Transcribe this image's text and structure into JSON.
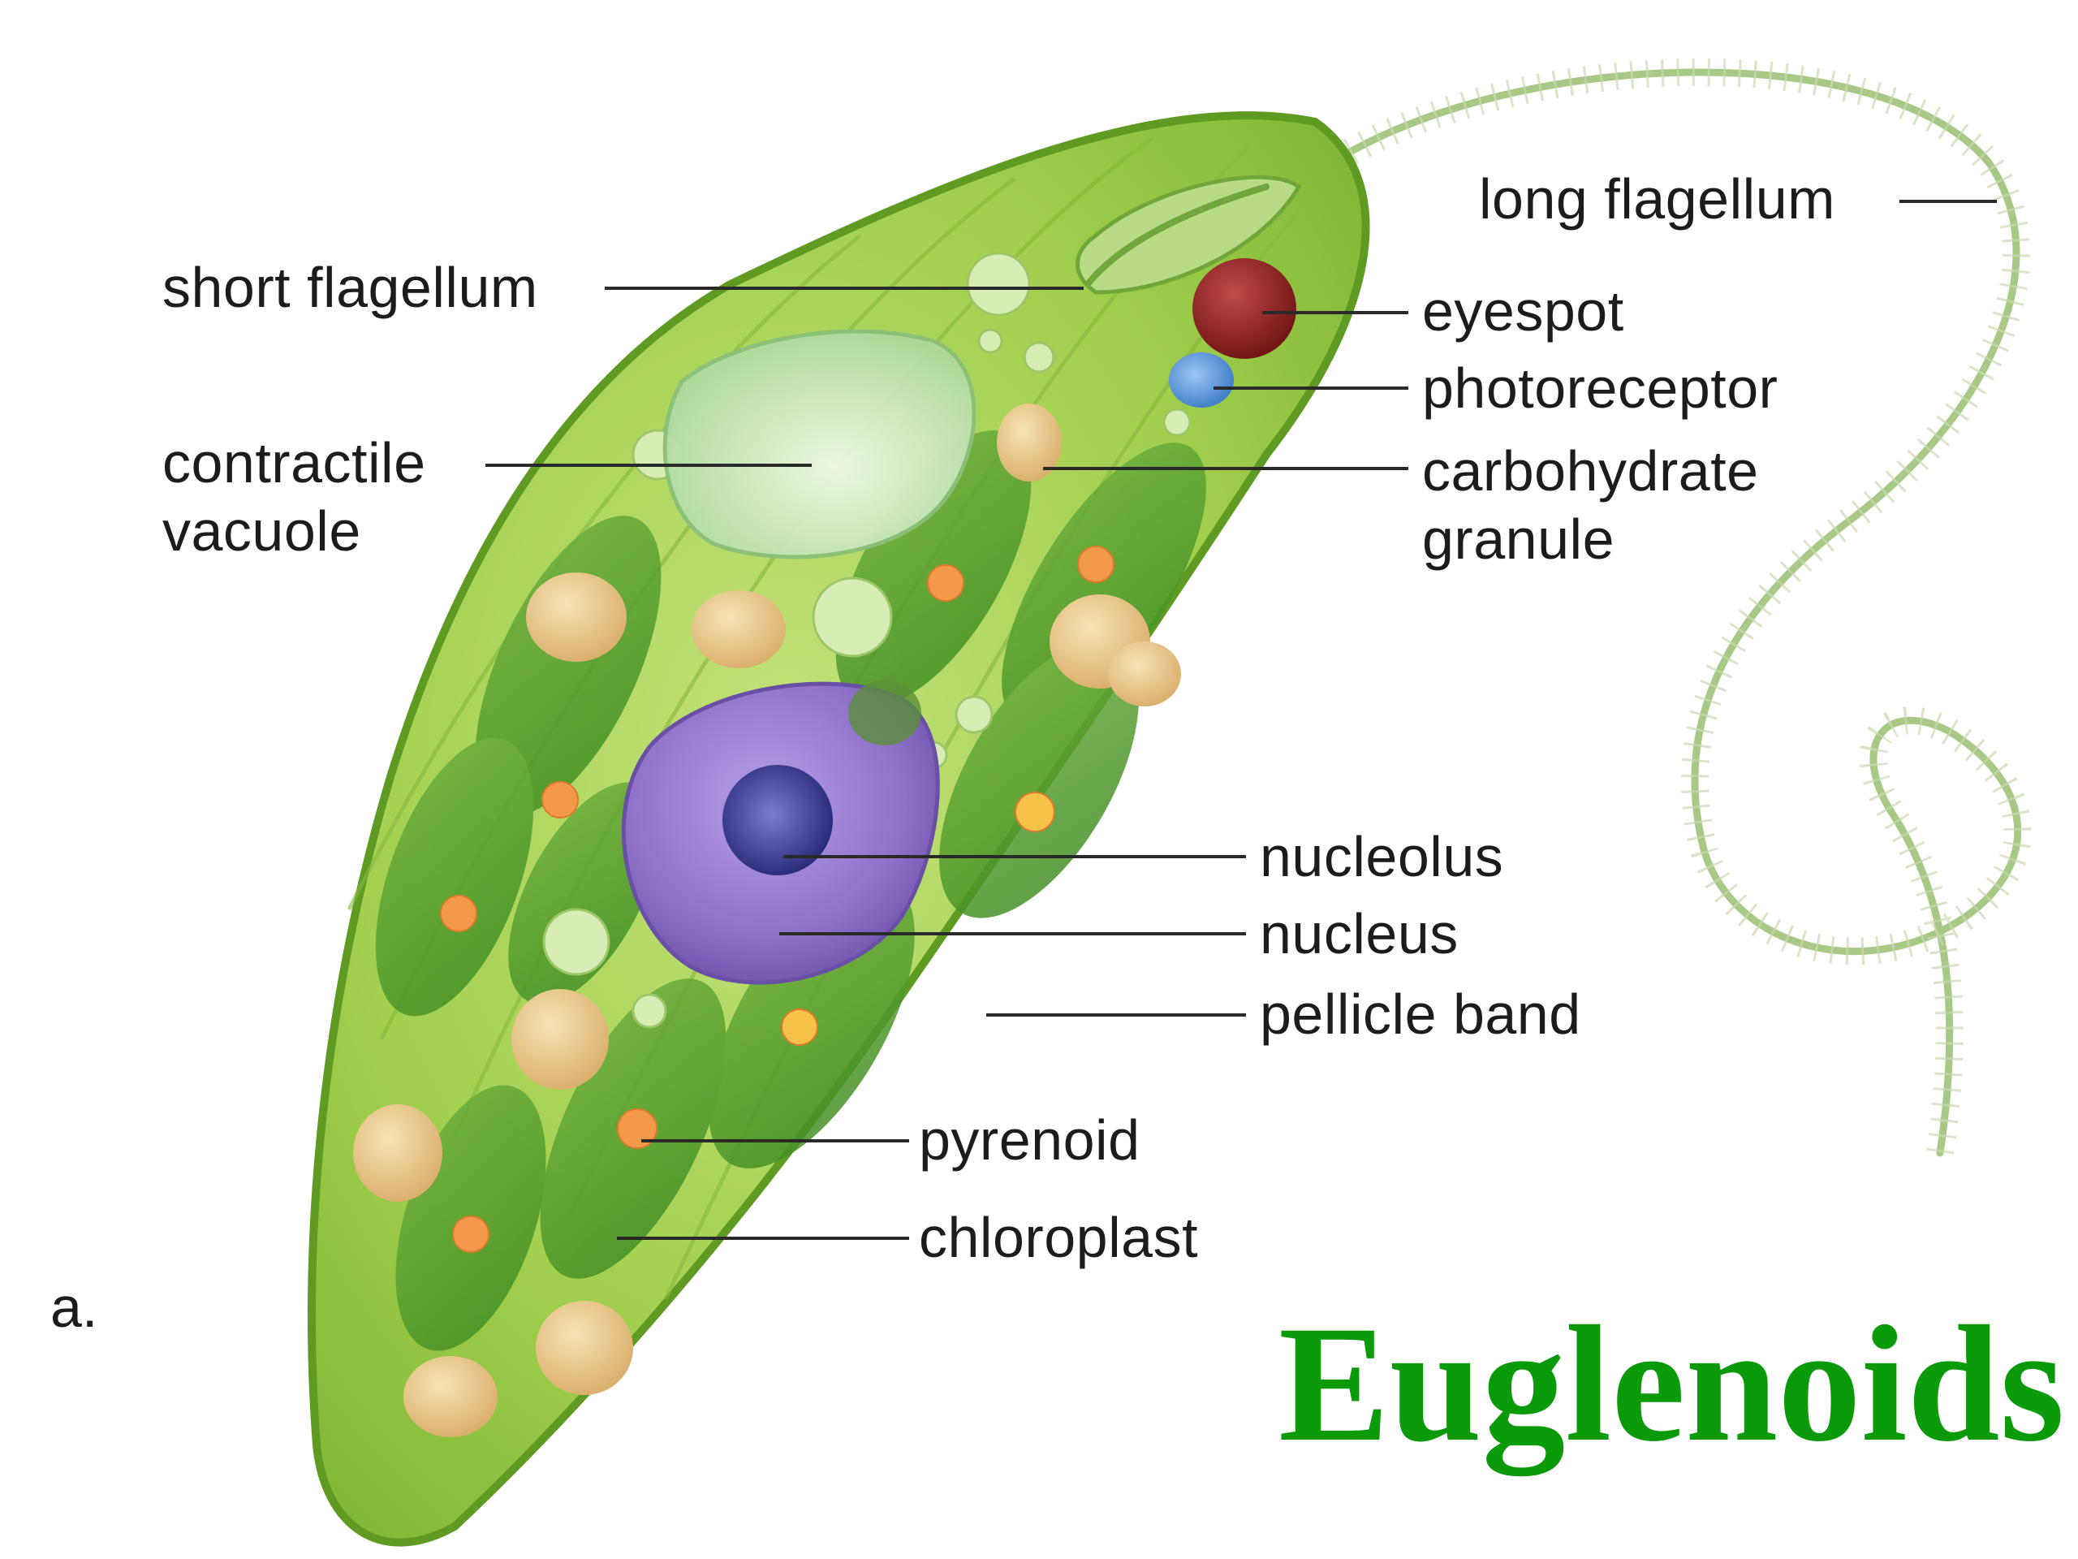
{
  "title": "Euglenoids",
  "panel_letter": "a.",
  "labels": {
    "long_flagellum": "long flagellum",
    "short_flagellum": "short flagellum",
    "eyespot": "eyespot",
    "photoreceptor": "photoreceptor",
    "contractile_vacuole": "contractile\nvacuole",
    "carbohydrate_granule": "carbohydrate\ngranule",
    "nucleolus": "nucleolus",
    "nucleus": "nucleus",
    "pellicle_band": "pellicle band",
    "pyrenoid": "pyrenoid",
    "chloroplast": "chloroplast"
  },
  "colors": {
    "title": "#0a9a0a",
    "cell_body": "#9ccc4a",
    "cell_outline": "#5f9a22",
    "chloroplast": "#4f9a2a",
    "nucleus": "#8d6fc8",
    "nucleolus": "#2f2f8a",
    "eyespot": "#8a1c1c",
    "photoreceptor": "#4a8ed8",
    "vacuole": "#d2ecc6",
    "granule": "#e9c98c",
    "pyrenoid": "#f2994a",
    "leader_line": "#2a2a2a"
  }
}
